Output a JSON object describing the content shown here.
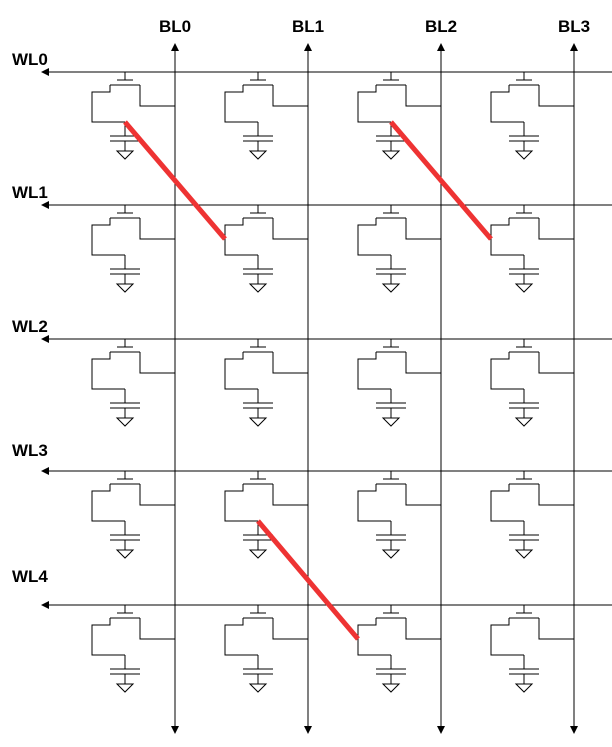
{
  "colors": {
    "wire": "#000000",
    "fault": "#ee3333",
    "background": "#ffffff"
  },
  "bitlines": [
    "BL0",
    "BL1",
    "BL2",
    "BL3"
  ],
  "wordlines": [
    "WL0",
    "WL1",
    "WL2",
    "WL3",
    "WL4"
  ],
  "faults": [
    {
      "from": {
        "wl": 0,
        "col": 0
      },
      "to": {
        "wl": 1,
        "col": 1
      }
    },
    {
      "from": {
        "wl": 0,
        "col": 2
      },
      "to": {
        "wl": 1,
        "col": 3
      }
    },
    {
      "from": {
        "wl": 3,
        "col": 1
      },
      "to": {
        "wl": 4,
        "col": 2
      }
    }
  ]
}
